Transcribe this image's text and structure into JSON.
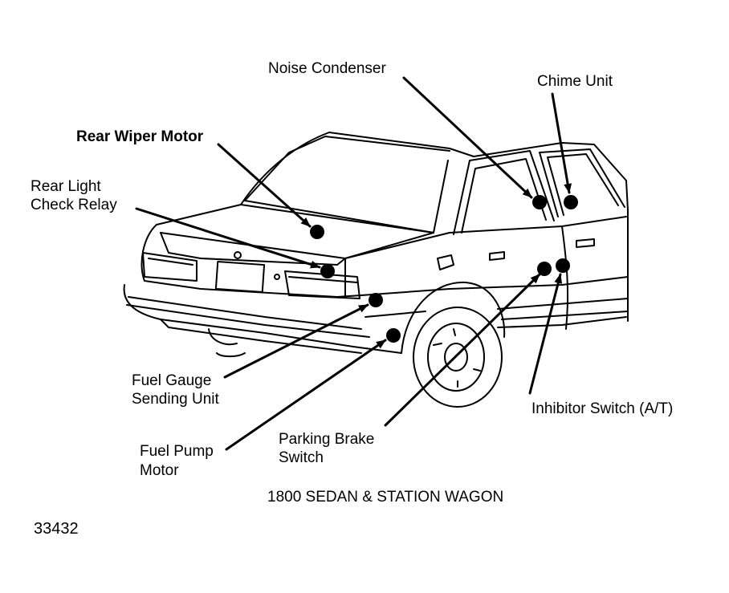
{
  "labels": {
    "noise_condenser": "Noise Condenser",
    "chime_unit": "Chime Unit",
    "rear_wiper_motor": "Rear Wiper Motor",
    "rear_light_line1": "Rear Light",
    "rear_light_line2": "Check Relay",
    "fuel_gauge_line1": "Fuel Gauge",
    "fuel_gauge_line2": "Sending Unit",
    "fuel_pump_line1": "Fuel Pump",
    "fuel_pump_line2": "Motor",
    "parking_brake_line1": "Parking Brake",
    "parking_brake_line2": "Switch",
    "inhibitor_switch": "Inhibitor Switch (A/T)"
  },
  "caption": "1800 SEDAN & STATION WAGON",
  "figure_number": "33432",
  "colors": {
    "ink": "#000000",
    "paper": "#ffffff"
  }
}
